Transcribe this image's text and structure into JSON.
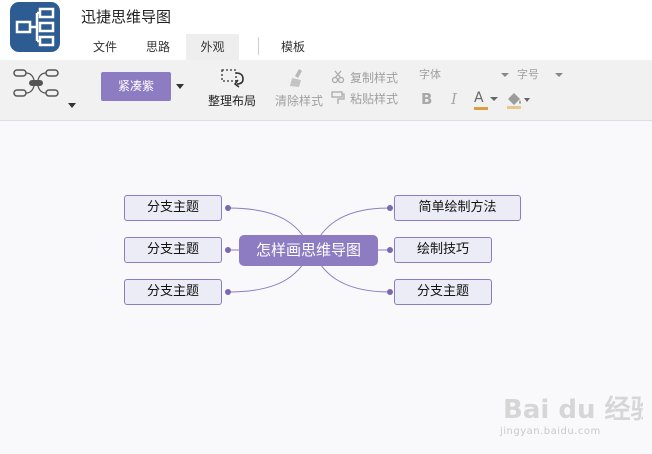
{
  "app": {
    "title": "迅捷思维导图",
    "brand_color": "#2d5c93",
    "accent_color": "#8e7cc3"
  },
  "tabs": [
    {
      "label": "文件"
    },
    {
      "label": "思路"
    },
    {
      "label": "外观",
      "active": true
    },
    {
      "label": "模板"
    }
  ],
  "toolbar": {
    "structure_icon": "mindmap-structure-icon",
    "theme_label": "紧凑紫",
    "layout_label": "整理布局",
    "clear_style_label": "清除样式",
    "copy_style_label": "复制样式",
    "paste_style_label": "粘贴样式",
    "font_placeholder": "字体",
    "size_placeholder": "字号",
    "bold_label": "B",
    "italic_label": "I",
    "font_color_label": "A"
  },
  "mindmap": {
    "central": "怎样画思维导图",
    "left_branches": [
      "分支主题",
      "分支主题",
      "分支主题"
    ],
    "right_branches": [
      "简单绘制方法",
      "绘制技巧",
      "分支主题"
    ]
  },
  "watermark": {
    "text": "Bai du 经验",
    "url": "jingyan.baidu.com"
  }
}
